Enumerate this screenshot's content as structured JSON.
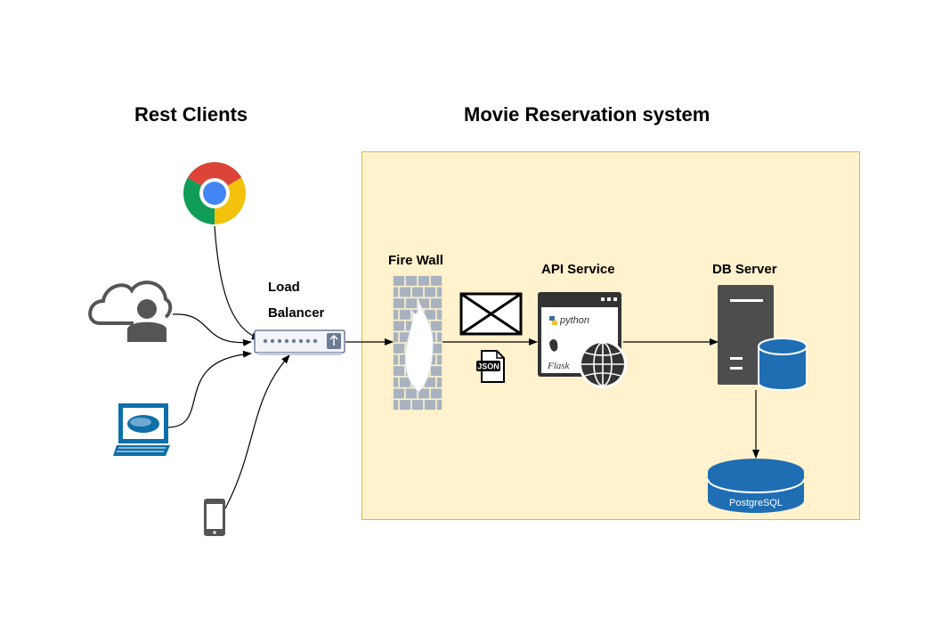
{
  "titles": {
    "clients": "Rest Clients",
    "system": "Movie Reservation system"
  },
  "nodes": {
    "load_balancer_line1": "Load",
    "load_balancer_line2": "Balancer",
    "firewall": "Fire Wall",
    "api_service": "API Service",
    "db_server": "DB Server",
    "postgres": "PostgreSQL",
    "json_badge": "JSON",
    "python_text": "python",
    "flask_text": "Flask"
  },
  "colors": {
    "system_fill": "#fff2cc",
    "system_border": "#d6b656",
    "db_blue": "#1f6eb4",
    "firewall_gray": "#a9b3c0"
  },
  "icons": [
    "chrome-icon",
    "cloud-user-icon",
    "desktop-computer-icon",
    "mobile-phone-icon",
    "load-balancer-icon",
    "firewall-icon",
    "envelope-icon",
    "json-file-icon",
    "api-server-icon",
    "globe-icon",
    "db-server-icon",
    "postgresql-database-icon"
  ]
}
